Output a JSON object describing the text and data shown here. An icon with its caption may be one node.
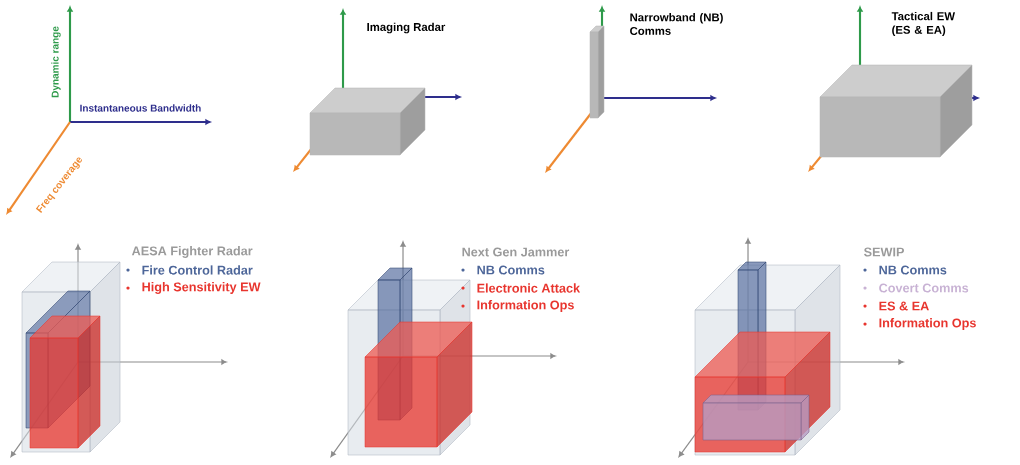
{
  "diagram": {
    "labels": [
      "Dynamic range",
      "Instantaneous Bandwidth",
      "Freq coverage",
      "Imaging Radar",
      "Narrowband (NB) Comms",
      "Tactical EW (ES & EA)",
      "AESA Fighter Radar",
      "Fire Control Radar",
      "High Sensitivity EW",
      "Next Gen Jammer",
      "NB Comms",
      "Electronic Attack",
      "Information Ops",
      "SEWIP",
      "NB Comms",
      "Covert Comms",
      "ES & EA",
      "Information Ops"
    ]
  }
}
